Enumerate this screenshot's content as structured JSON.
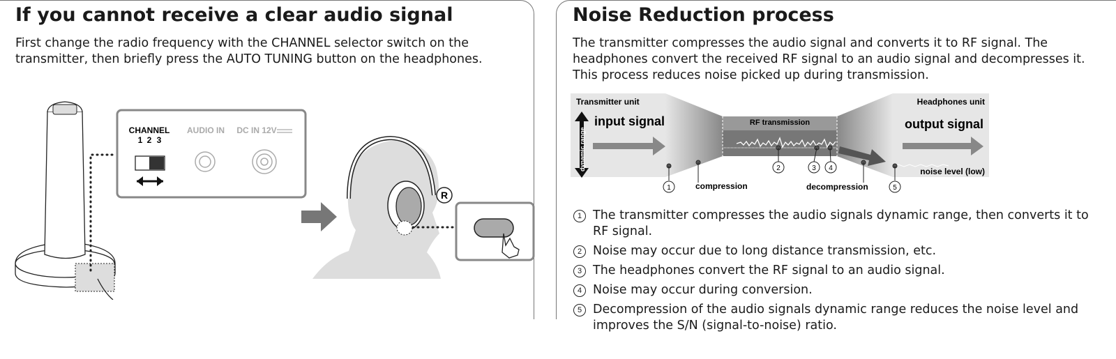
{
  "left": {
    "title": "If you cannot receive a clear audio signal",
    "description": "First change the radio frequency with the CHANNEL selector switch on the transmitter, then briefly press the AUTO TUNING button on the headphones.",
    "illustration": {
      "channel_label": "CHANNEL",
      "channel_numbers": [
        "1",
        "2",
        "3"
      ],
      "audio_in_label": "AUDIO IN",
      "dc_in_label": "DC IN 12V",
      "right_marker": "R"
    }
  },
  "right": {
    "title": "Noise Reduction process",
    "description": "The transmitter compresses the audio signal and converts it to RF signal. The headphones convert the received RF signal to an audio signal and decompresses it. This process reduces noise picked up during transmission.",
    "diagram": {
      "transmitter_label": "Transmitter unit",
      "headphones_label": "Headphones unit",
      "input_label": "input signal",
      "output_label": "output signal",
      "rf_label": "RF transmission",
      "dynamic_range_label": "dynamic range",
      "noise_level_label": "noise level (low)",
      "compression_label": "compression",
      "decompression_label": "decompression",
      "markers": [
        "1",
        "2",
        "3",
        "4",
        "5"
      ]
    },
    "steps": [
      {
        "num": "1",
        "text": "The transmitter compresses the audio signals dynamic range, then converts it to RF signal."
      },
      {
        "num": "2",
        "text": "Noise may occur due to long distance transmission, etc."
      },
      {
        "num": "3",
        "text": "The headphones convert the RF signal to an audio signal."
      },
      {
        "num": "4",
        "text": "Noise may occur during conversion."
      },
      {
        "num": "5",
        "text": "Decompression of the audio signals dynamic range reduces the noise level and improves the S/N (signal-to-noise) ratio."
      }
    ]
  }
}
